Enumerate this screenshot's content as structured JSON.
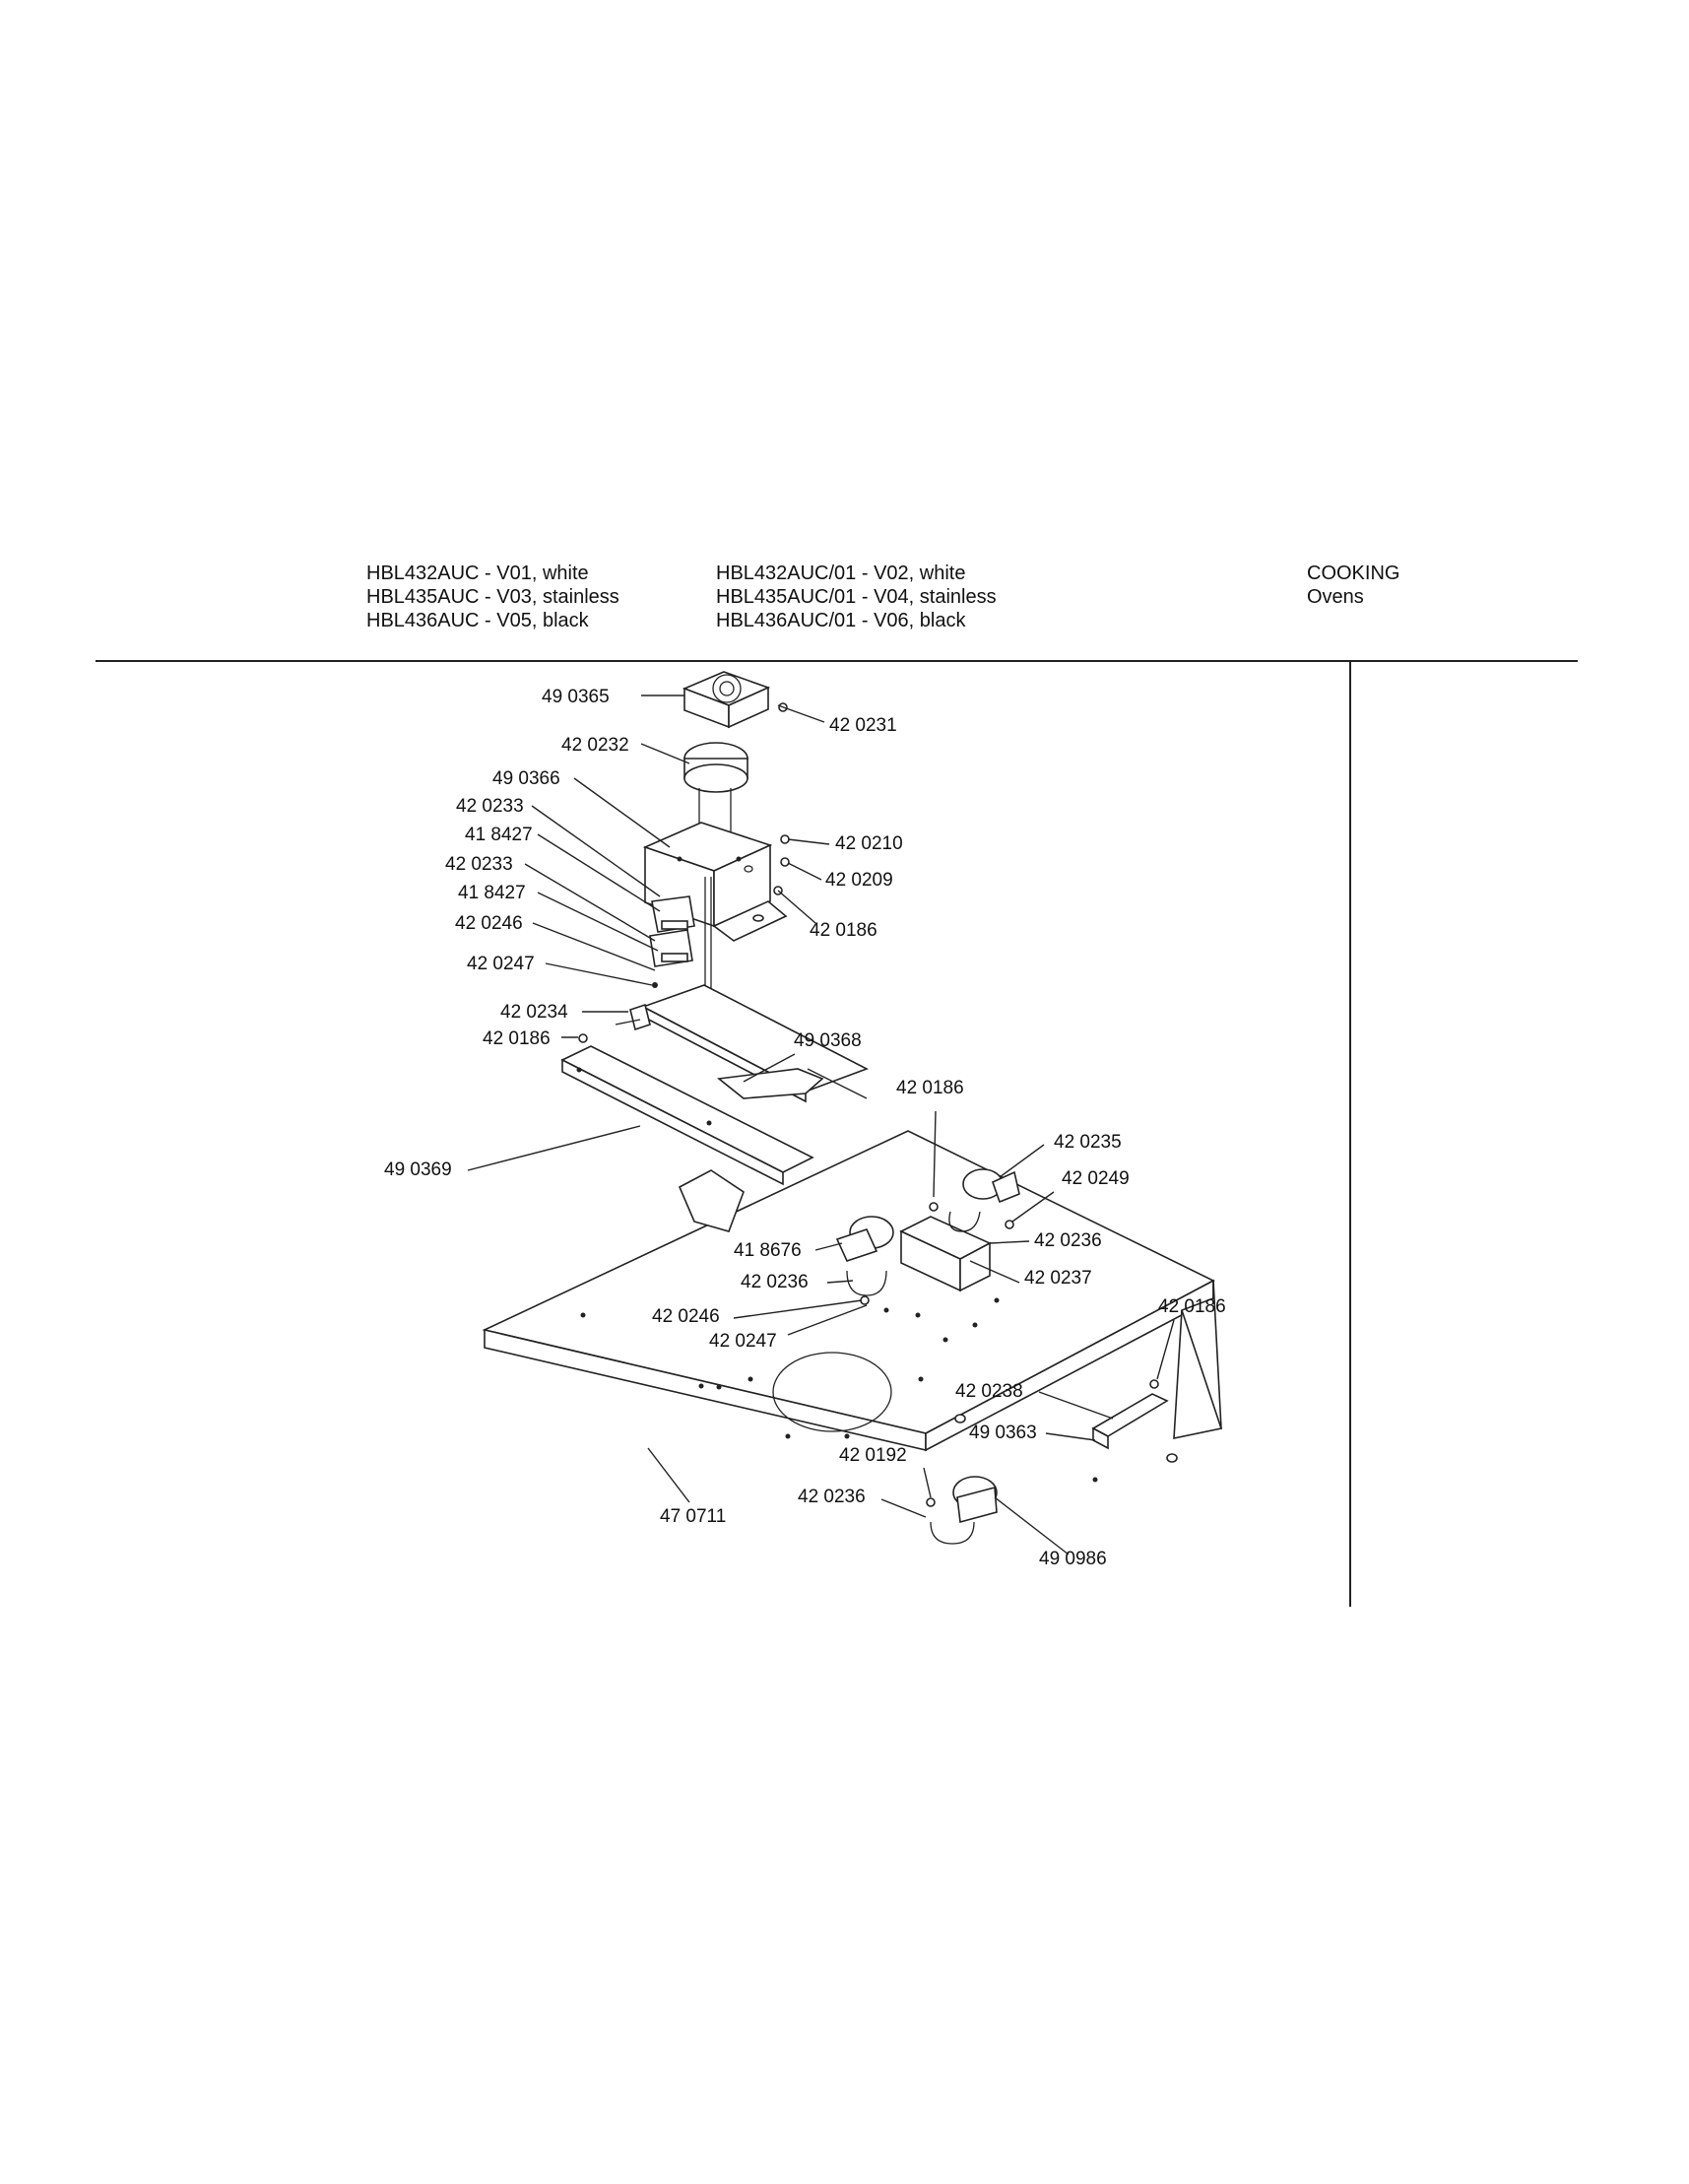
{
  "header": {
    "models_left": [
      "HBL432AUC - V01, white",
      "HBL435AUC - V03, stainless",
      "HBL436AUC - V05, black"
    ],
    "models_right": [
      "HBL432AUC/01 - V02, white",
      "HBL435AUC/01 - V04, stainless",
      "HBL436AUC/01 - V06, black"
    ],
    "category": "COOKING",
    "subcategory": "Ovens"
  },
  "parts": [
    {
      "id": "p1",
      "label": "49 0365"
    },
    {
      "id": "p2",
      "label": "42 0231"
    },
    {
      "id": "p3",
      "label": "42 0232"
    },
    {
      "id": "p4",
      "label": "49 0366"
    },
    {
      "id": "p5",
      "label": "42 0233"
    },
    {
      "id": "p6",
      "label": "41 8427"
    },
    {
      "id": "p7",
      "label": "42 0233"
    },
    {
      "id": "p8",
      "label": "41 8427"
    },
    {
      "id": "p9",
      "label": "42 0246"
    },
    {
      "id": "p10",
      "label": "42 0247"
    },
    {
      "id": "p11",
      "label": "42 0210"
    },
    {
      "id": "p12",
      "label": "42 0209"
    },
    {
      "id": "p13",
      "label": "42 0186"
    },
    {
      "id": "p14",
      "label": "42 0234"
    },
    {
      "id": "p15",
      "label": "42 0186"
    },
    {
      "id": "p16",
      "label": "49 0368"
    },
    {
      "id": "p17",
      "label": "49 0369"
    },
    {
      "id": "p18",
      "label": "42 0186"
    },
    {
      "id": "p19",
      "label": "42 0235"
    },
    {
      "id": "p20",
      "label": "42 0249"
    },
    {
      "id": "p21",
      "label": "42 0236"
    },
    {
      "id": "p22",
      "label": "42 0237"
    },
    {
      "id": "p23",
      "label": "41 8676"
    },
    {
      "id": "p24",
      "label": "42 0236"
    },
    {
      "id": "p25",
      "label": "42 0246"
    },
    {
      "id": "p26",
      "label": "42 0247"
    },
    {
      "id": "p27",
      "label": "42 0186"
    },
    {
      "id": "p28",
      "label": "42 0238"
    },
    {
      "id": "p29",
      "label": "49 0363"
    },
    {
      "id": "p30",
      "label": "42 0192"
    },
    {
      "id": "p31",
      "label": "42 0236"
    },
    {
      "id": "p32",
      "label": "47 0711"
    },
    {
      "id": "p33",
      "label": "49 0986"
    }
  ]
}
